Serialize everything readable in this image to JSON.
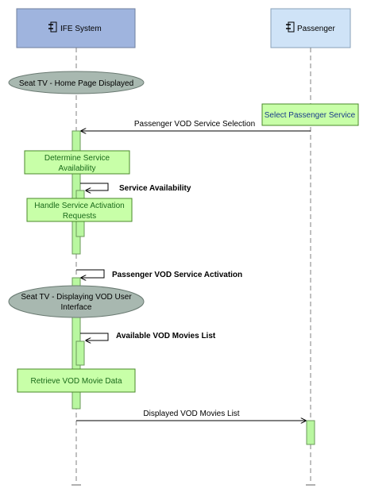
{
  "lifelines": {
    "ife": {
      "label": "IFE System",
      "icon": "component-icon",
      "fill": "#9fb4de"
    },
    "passenger": {
      "label": "Passenger",
      "icon": "component-icon",
      "fill": "#cfe3f7"
    }
  },
  "states": {
    "home": "Seat TV - Home Page Displayed",
    "vod_ui_line1": "Seat TV - Displaying VOD User",
    "vod_ui_line2": "Interface"
  },
  "actions": {
    "select_service": "Select Passenger Service",
    "determine_line1": "Determine Service",
    "determine_line2": "Availability",
    "handle_line1": "Handle Service Activation",
    "handle_line2": "Requests",
    "retrieve": "Retrieve VOD Movie Data"
  },
  "messages": {
    "vod_selection": "Passenger VOD Service Selection",
    "service_availability": "Service Availability",
    "vod_activation": "Passenger VOD Service Activation",
    "available_movies": "Available VOD Movies List",
    "displayed_movies": "Displayed VOD Movies List"
  },
  "colors": {
    "activation": "#b9f7a0",
    "action_fill": "#c8ffa8",
    "action_stroke": "#4a8a2a",
    "state_fill": "#a8b8b0",
    "lifeline": "#808080"
  }
}
